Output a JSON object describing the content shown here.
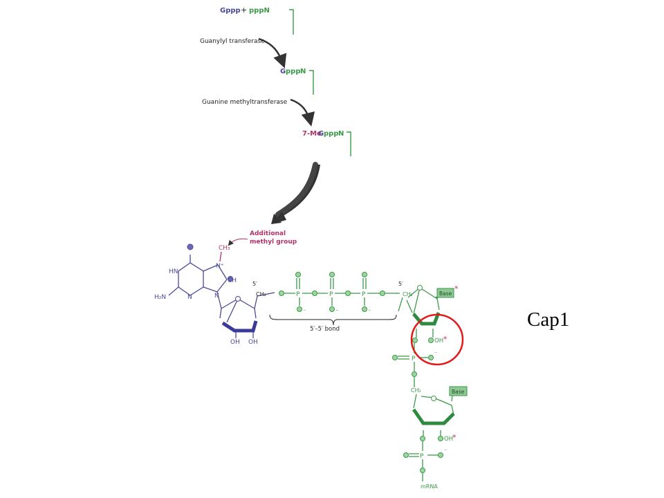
{
  "colors": {
    "guanine": "#4a4898",
    "mrna": "#3a9a48",
    "methyl": "#b43268",
    "arrow": "#333333",
    "circle": "#e21a1a",
    "text": "#222222"
  },
  "reaction": {
    "step1_g": "Gppp",
    "step1_plus": "+",
    "step1_n": "pppN",
    "enzyme1": "Guanylyl transferase",
    "step2_g": "G",
    "step2_ppp": "ppp",
    "step2_n": "N",
    "enzyme2": "Guanine methyltransferase",
    "step3_me": "7-Me",
    "step3_g": "G",
    "step3_ppp": "ppp",
    "step3_n": "N"
  },
  "annotation": {
    "line1": "Additional",
    "line2": "methyl group"
  },
  "structure": {
    "ch3": "CH₃",
    "n_plus": "N⁺",
    "ch": "CH",
    "hn": "HN",
    "n": "N",
    "h2n": "H₂N",
    "five_prime": "5′",
    "ch2": "CH₂",
    "p": "P",
    "minus": "⁻",
    "oh": "OH",
    "ohstar": "OH",
    "star": "*",
    "base": "Base",
    "bond": "5′–5′ bond",
    "mrna": "mRNA"
  },
  "side_label": "Cap1"
}
